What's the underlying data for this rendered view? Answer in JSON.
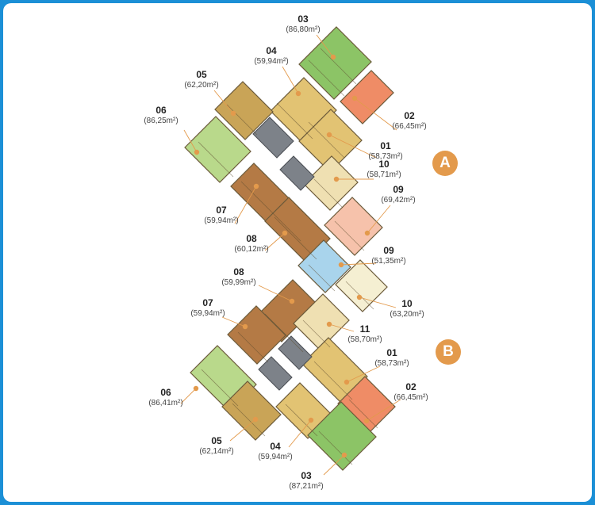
{
  "colors": {
    "border": "#1b8fd6",
    "green_light": "#b9d98b",
    "green": "#8cc466",
    "gold": "#c9a457",
    "tan": "#e2c373",
    "cream": "#efe0b2",
    "coral": "#ef8c66",
    "pink": "#f6c2ab",
    "brown": "#b47a45",
    "blue": "#a9d4ec",
    "ivory": "#f5efd2",
    "gray": "#7d8289",
    "accent": "#e39a4c"
  },
  "blocks": [
    {
      "name": "A"
    },
    {
      "name": "B"
    }
  ],
  "units": [
    {
      "id": "a03",
      "num": "03",
      "area": "(86,80m²)"
    },
    {
      "id": "a04",
      "num": "04",
      "area": "(59,94m²)"
    },
    {
      "id": "a05",
      "num": "05",
      "area": "(62,20m²)"
    },
    {
      "id": "a06",
      "num": "06",
      "area": "(86,25m²)"
    },
    {
      "id": "a02",
      "num": "02",
      "area": "(66,45m²)"
    },
    {
      "id": "a01",
      "num": "01",
      "area": "(58,73m²)"
    },
    {
      "id": "a10",
      "num": "10",
      "area": "(58,71m²)"
    },
    {
      "id": "a09",
      "num": "09",
      "area": "(69,42m²)"
    },
    {
      "id": "a07",
      "num": "07",
      "area": "(59,94m²)"
    },
    {
      "id": "a08",
      "num": "08",
      "area": "(60,12m²)"
    },
    {
      "id": "b09",
      "num": "09",
      "area": "(51,35m²)"
    },
    {
      "id": "b08",
      "num": "08",
      "area": "(59,99m²)"
    },
    {
      "id": "b07",
      "num": "07",
      "area": "(59,94m²)"
    },
    {
      "id": "b10",
      "num": "10",
      "area": "(63,20m²)"
    },
    {
      "id": "b11",
      "num": "11",
      "area": "(58,70m²)"
    },
    {
      "id": "b01",
      "num": "01",
      "area": "(58,73m²)"
    },
    {
      "id": "b02",
      "num": "02",
      "area": "(66,45m²)"
    },
    {
      "id": "b06",
      "num": "06",
      "area": "(86,41m²)"
    },
    {
      "id": "b05",
      "num": "05",
      "area": "(62,14m²)"
    },
    {
      "id": "b04",
      "num": "04",
      "area": "(59,94m²)"
    },
    {
      "id": "b03",
      "num": "03",
      "area": "(87,21m²)"
    }
  ]
}
